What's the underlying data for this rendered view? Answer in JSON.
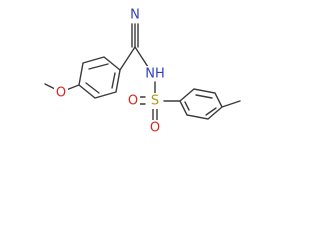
{
  "diagram": {
    "kind": "chemical-structure",
    "atom_labels": {
      "nitrile_n": "N",
      "amine": "NH",
      "sulfur": "S",
      "oxygen_upper": "O",
      "oxygen_lower": "O",
      "methoxy_o": "O"
    },
    "colors": {
      "bond": "#3a3a3a",
      "nitrogen": "#2f3fbf",
      "oxygen": "#d42a1c",
      "sulfur": "#b59a1a"
    }
  }
}
